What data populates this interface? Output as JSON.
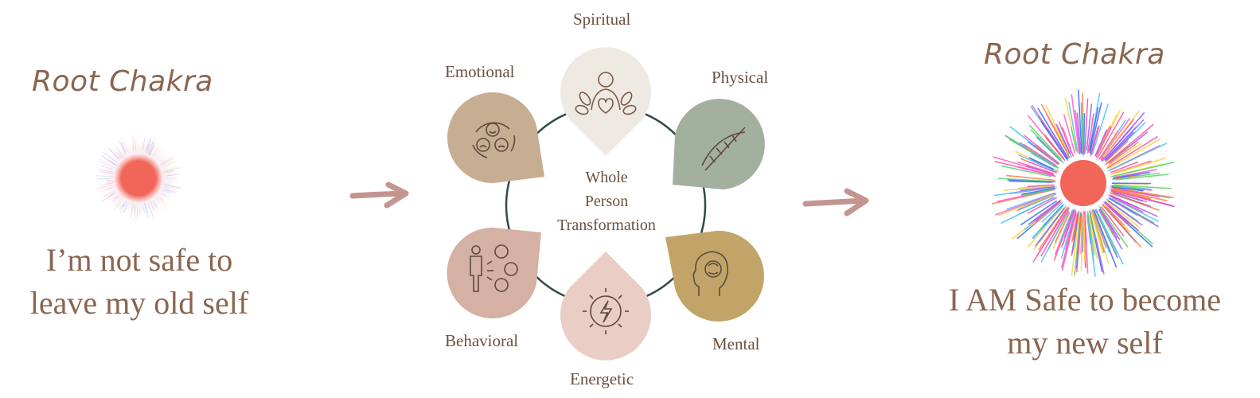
{
  "left": {
    "title": "Root Chakra",
    "statement_line1": "I’m not safe to",
    "statement_line2": "leave my old self"
  },
  "right": {
    "title": "Root Chakra",
    "statement_line1": "I AM Safe to become",
    "statement_line2": "my new self"
  },
  "wheel": {
    "center_line1": "Whole",
    "center_line2": "Person",
    "center_line3": "Transformation",
    "dimensions": [
      {
        "label": "Spiritual",
        "icon": "meditation-heart-icon",
        "color": "#efe9e3"
      },
      {
        "label": "Physical",
        "icon": "dna-icon",
        "color": "#a3b09d"
      },
      {
        "label": "Mental",
        "icon": "brain-head-icon",
        "color": "#c2a468"
      },
      {
        "label": "Energetic",
        "icon": "lightning-sun-icon",
        "color": "#eacdc4"
      },
      {
        "label": "Behavioral",
        "icon": "person-habits-icon",
        "color": "#d4b1a3"
      },
      {
        "label": "Emotional",
        "icon": "emotion-faces-icon",
        "color": "#c7ae93"
      }
    ]
  },
  "colors": {
    "text": "#8a6650",
    "arrow": "#c49590",
    "chakra_red": "#f2665a",
    "ring": "#2f4a4a"
  }
}
